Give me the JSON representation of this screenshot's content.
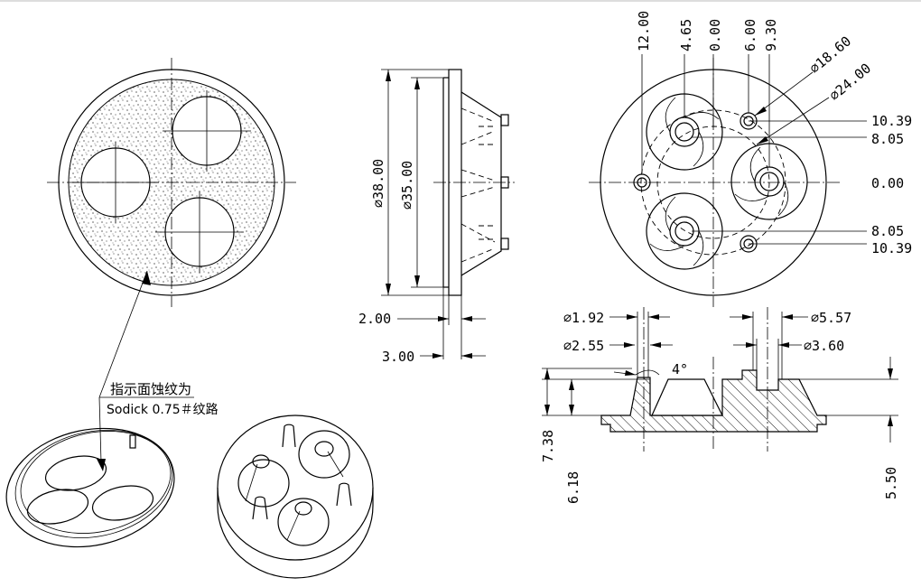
{
  "front_view_dims": {
    "vertical": [
      "12.00",
      "4.65",
      "0.00",
      "6.00",
      "9.30"
    ],
    "right": [
      "10.39",
      "8.05",
      "0.00",
      "8.05",
      "10.39"
    ],
    "diam_18_60": "⌀18.60",
    "diam_24_00": "⌀24.00"
  },
  "side_view_dims": {
    "d38": "⌀38.00",
    "d35": "⌀35.00",
    "t2": "2.00",
    "t3": "3.00"
  },
  "section_dims": {
    "d1_92": "⌀1.92",
    "d2_55": "⌀2.55",
    "d5_57": "⌀5.57",
    "d3_60": "⌀3.60",
    "angle": "4°",
    "h7_38": "7.38",
    "h6_18": "6.18",
    "h5_50": "5.50"
  },
  "texture_note": {
    "line1": "指示面蚀纹为",
    "line2": "Sodick 0.75＃纹路"
  }
}
